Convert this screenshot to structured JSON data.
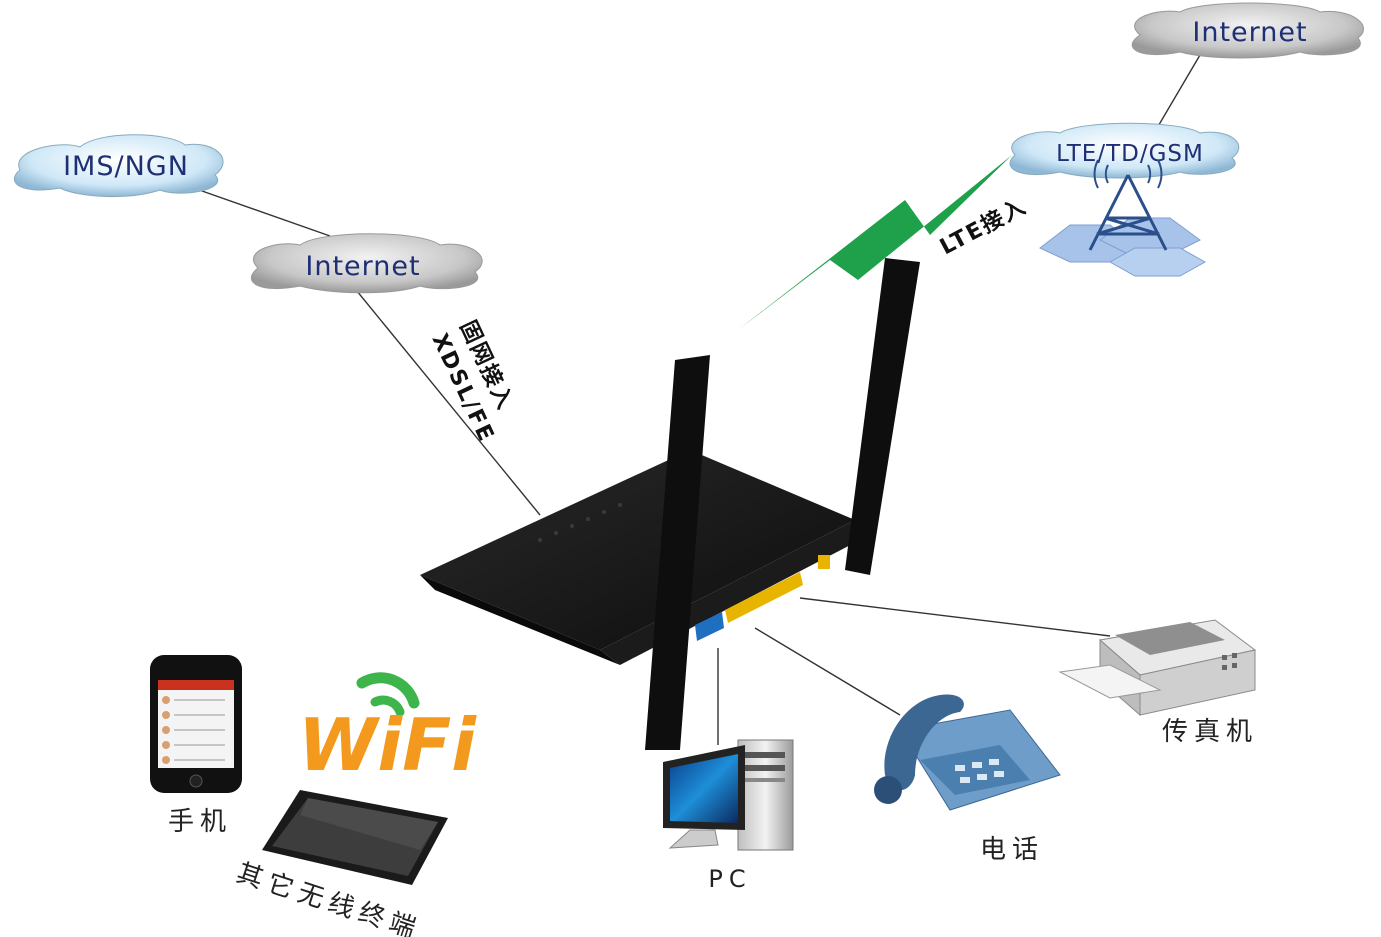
{
  "clouds": {
    "internet_top_right": "Internet",
    "ims_ngn": "IMS/NGN",
    "internet_left": "Internet",
    "lte_td_gsm": "LTE/TD/GSM"
  },
  "links": {
    "fixed_line_label": "固网接入",
    "fixed_line_type": "XDSL/FE",
    "lte_label": "LTE接入"
  },
  "devices": {
    "phone": "手机",
    "wifi_logo": "WiFi",
    "other_wireless": "其它无线终端",
    "pc": "PC",
    "telephone": "电话",
    "fax": "传真机"
  },
  "colors": {
    "cloud_gray": "#c9c9c9",
    "cloud_blue": "#cfe8f7",
    "lte_bolt": "#1fa04a",
    "router": "#151515",
    "port_yellow": "#e7b400",
    "port_blue": "#1e6fc0",
    "wifi_green": "#3db54a",
    "wifi_orange": "#f39a1e",
    "wifi_blue": "#1c6fd0"
  }
}
